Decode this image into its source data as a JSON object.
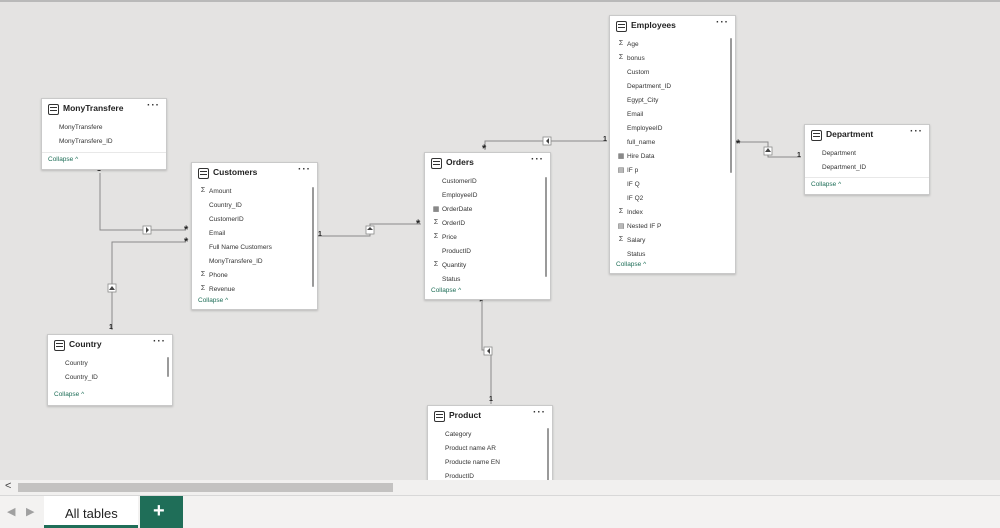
{
  "tables": {
    "monytransfere": {
      "title": "MonyTransfere",
      "more": "···",
      "collapse": "Collapse ^",
      "fields": [
        {
          "icon": "",
          "name": "MonyTransfere"
        },
        {
          "icon": "",
          "name": "MonyTransfere_ID"
        }
      ]
    },
    "customers": {
      "title": "Customers",
      "more": "···",
      "collapse": "Collapse ^",
      "fields": [
        {
          "icon": "Σ",
          "name": "Amount"
        },
        {
          "icon": "",
          "name": "Country_ID"
        },
        {
          "icon": "",
          "name": "CustomerID"
        },
        {
          "icon": "",
          "name": "Email"
        },
        {
          "icon": "",
          "name": "Full Name Customers"
        },
        {
          "icon": "",
          "name": "MonyTransfere_ID"
        },
        {
          "icon": "Σ",
          "name": "Phone"
        },
        {
          "icon": "Σ",
          "name": "Revenue"
        }
      ]
    },
    "country": {
      "title": "Country",
      "more": "···",
      "collapse": "Collapse ^",
      "fields": [
        {
          "icon": "",
          "name": "Country"
        },
        {
          "icon": "",
          "name": "Country_ID"
        }
      ]
    },
    "orders": {
      "title": "Orders",
      "more": "···",
      "collapse": "Collapse ^",
      "fields": [
        {
          "icon": "",
          "name": "CustomerID"
        },
        {
          "icon": "",
          "name": "EmployeeID"
        },
        {
          "icon": "▦",
          "name": "OrderDate"
        },
        {
          "icon": "Σ",
          "name": "OrderID"
        },
        {
          "icon": "Σ",
          "name": "Price"
        },
        {
          "icon": "",
          "name": "ProductID"
        },
        {
          "icon": "Σ",
          "name": "Quantity"
        },
        {
          "icon": "",
          "name": "Status"
        }
      ]
    },
    "employees": {
      "title": "Employees",
      "more": "···",
      "collapse": "Collapse ^",
      "fields": [
        {
          "icon": "Σ",
          "name": "Age"
        },
        {
          "icon": "Σ",
          "name": "bonus"
        },
        {
          "icon": "",
          "name": "Custom"
        },
        {
          "icon": "",
          "name": "Department_ID"
        },
        {
          "icon": "",
          "name": "Egypt_City"
        },
        {
          "icon": "",
          "name": "Email"
        },
        {
          "icon": "",
          "name": "EmployeeID"
        },
        {
          "icon": "",
          "name": "full_name"
        },
        {
          "icon": "▦",
          "name": "Hire Data"
        },
        {
          "icon": "▤",
          "name": "IF p"
        },
        {
          "icon": "",
          "name": "IF Q"
        },
        {
          "icon": "",
          "name": "IF Q2"
        },
        {
          "icon": "Σ",
          "name": "Index"
        },
        {
          "icon": "▤",
          "name": "Nested IF P"
        },
        {
          "icon": "Σ",
          "name": "Salary"
        },
        {
          "icon": "",
          "name": "Status"
        }
      ]
    },
    "department": {
      "title": "Department",
      "more": "···",
      "collapse": "Collapse ^",
      "fields": [
        {
          "icon": "",
          "name": "Department"
        },
        {
          "icon": "",
          "name": "Department_ID"
        }
      ]
    },
    "product": {
      "title": "Product",
      "more": "···",
      "collapse": "",
      "fields": [
        {
          "icon": "",
          "name": "Category"
        },
        {
          "icon": "",
          "name": "Product name AR"
        },
        {
          "icon": "",
          "name": "Producte name EN"
        },
        {
          "icon": "",
          "name": "ProductID"
        }
      ]
    }
  },
  "relationships": {
    "one": "1",
    "many": "*"
  },
  "scrollbar": {
    "left_arrow": "<"
  },
  "tabs": {
    "nav_prev": "◀",
    "nav_next": "▶",
    "all_tables": "All tables",
    "add": "+"
  },
  "colors": {
    "accent": "#1f6e58",
    "canvas": "#e4e3e2"
  }
}
